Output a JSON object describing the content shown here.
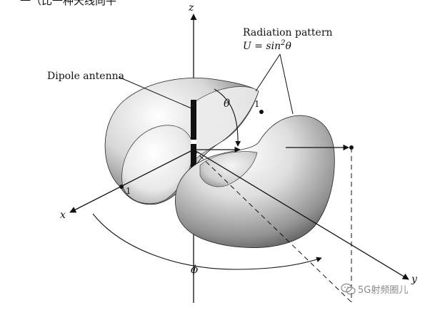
{
  "diagram": {
    "top_caption_fragment": "一（比一种天线向平",
    "axes": {
      "x": "x",
      "y": "y",
      "z": "z"
    },
    "dipole_label": "Dipole antenna",
    "pattern_label_line1": "Radiation pattern",
    "pattern_formula_lhs": "U = sin",
    "pattern_formula_exp": "2",
    "pattern_formula_rhs": "θ",
    "theta_symbol": "θ",
    "phi_symbol": "ϕ",
    "unit_marker_left": "1",
    "unit_marker_right": "1"
  },
  "watermark": {
    "text": "5G射频圈儿",
    "icon": "wechat-icon"
  },
  "colors": {
    "ink": "#111111",
    "background": "#ffffff",
    "watermark": "#8a8a8a"
  }
}
